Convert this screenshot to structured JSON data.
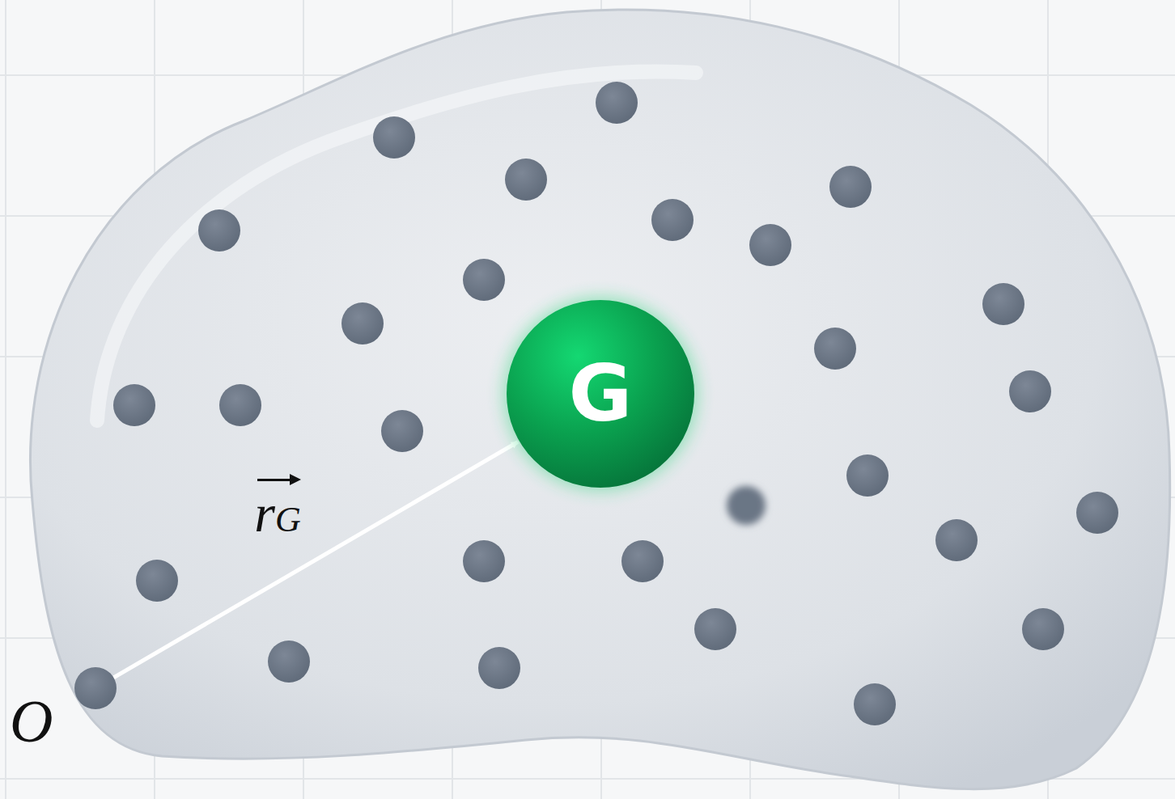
{
  "diagram": {
    "nodes": [
      {
        "text": [
          "O"
        ]
      },
      {
        "text": [
          "G"
        ]
      }
    ],
    "edges": [
      {
        "from": 0,
        "to": 1,
        "arrow": "to",
        "label": "rG"
      }
    ]
  }
}
